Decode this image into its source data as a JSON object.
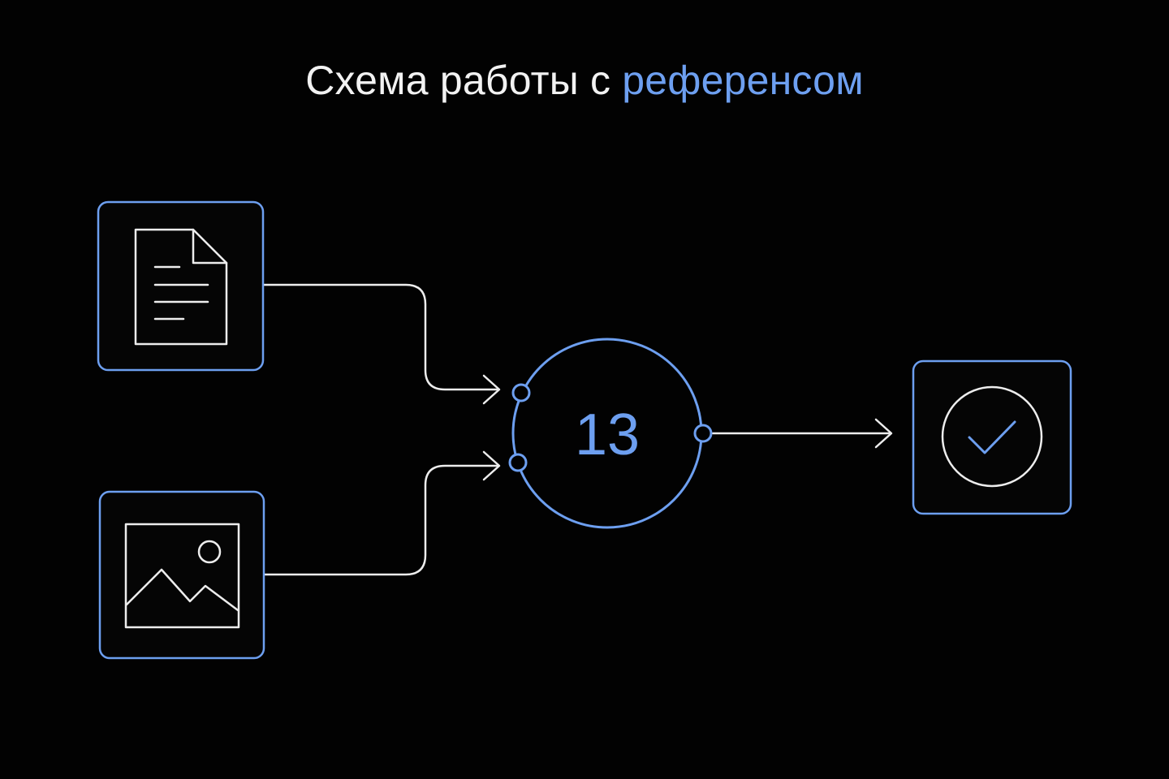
{
  "colors": {
    "background": "#020202",
    "accent": "#6d9ff0",
    "line": "#ededed"
  },
  "header": {
    "title_prefix": "Схема работы с ",
    "title_accent": "референсом"
  },
  "nodes": {
    "document": {
      "icon": "document-icon"
    },
    "image": {
      "icon": "image-icon"
    },
    "hub": {
      "label": "13"
    },
    "result": {
      "icon": "checkmark-circle-icon"
    }
  }
}
